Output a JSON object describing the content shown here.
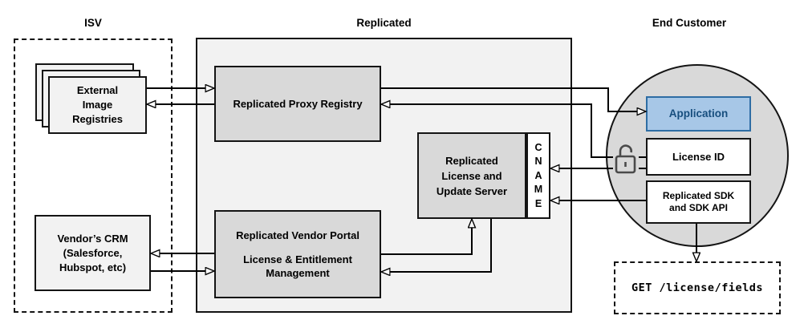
{
  "headers": {
    "isv": "ISV",
    "replicated": "Replicated",
    "end_customer": "End Customer"
  },
  "isv_section": {
    "external_registries": {
      "lines": [
        "External",
        "Image",
        "Registries"
      ]
    },
    "vendor_crm": {
      "lines": [
        "Vendor’s CRM",
        "(Salesforce,",
        "Hubspot, etc)"
      ]
    }
  },
  "replicated_section": {
    "proxy_registry_label": "Replicated Proxy Registry",
    "vendor_portal": {
      "title": "Replicated Vendor Portal",
      "line2": "License & Entitlement",
      "line3": "Management"
    },
    "license_update_server": {
      "lines": [
        "Replicated",
        "License and",
        "Update Server"
      ]
    },
    "cname_letters": [
      "C",
      "N",
      "A",
      "M",
      "E"
    ]
  },
  "end_customer_section": {
    "application_label": "Application",
    "license_id_label": "License ID",
    "sdk": {
      "lines": [
        "Replicated SDK",
        "and SDK API"
      ]
    },
    "api_request_label": "GET /license/fields"
  },
  "icons": {
    "lock": "unlocked-padlock-icon"
  },
  "colors": {
    "application_fill": "#A7C7E7",
    "application_border": "#2E6DA4",
    "application_text": "#174E7E",
    "inner_box_gray": "#D9D9D9",
    "section_fill_gray": "#F2F2F2",
    "line_color": "#000000"
  },
  "connections": [
    {
      "from": "external-image-registries",
      "to": "replicated-proxy-registry"
    },
    {
      "from": "replicated-proxy-registry",
      "to": "external-image-registries"
    },
    {
      "from": "replicated-vendor-portal",
      "to": "vendors-crm"
    },
    {
      "from": "vendors-crm",
      "to": "replicated-vendor-portal"
    },
    {
      "from": "replicated-vendor-portal",
      "to": "replicated-license-and-update-server"
    },
    {
      "from": "replicated-license-and-update-server",
      "to": "replicated-vendor-portal"
    },
    {
      "from": "replicated-proxy-registry",
      "to": "application"
    },
    {
      "from": "license-id",
      "to": "replicated-proxy-registry"
    },
    {
      "from": "license-id",
      "to": "cname"
    },
    {
      "from": "replicated-sdk-and-sdk-api",
      "to": "cname"
    },
    {
      "from": "replicated-sdk-and-sdk-api",
      "to": "get-license-fields"
    }
  ]
}
